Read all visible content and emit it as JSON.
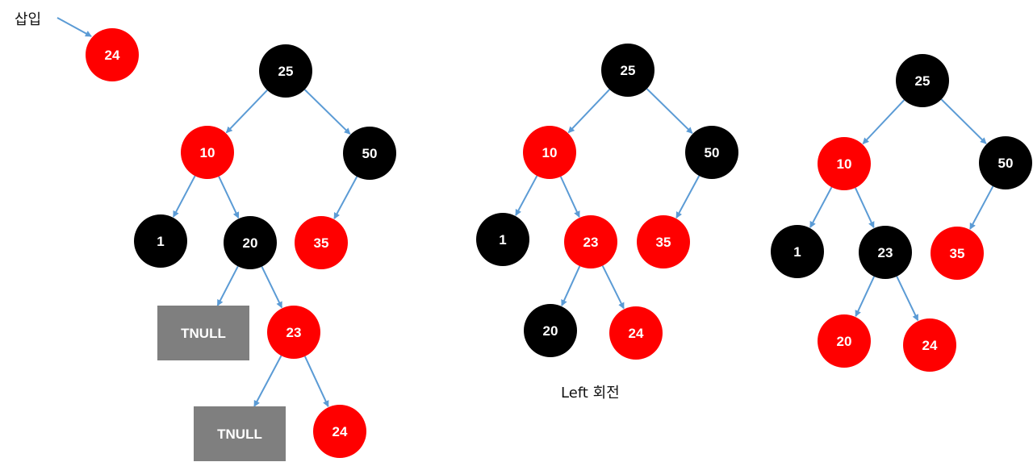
{
  "labels": {
    "insert": "삽입",
    "rotation": "Left 회전"
  },
  "colors": {
    "red": "#ff0000",
    "black": "#000000",
    "tnull": "#7f7f7f",
    "edge": "#5b9bd5"
  },
  "trees": [
    {
      "id": "before-rotation",
      "nodes": [
        {
          "id": "t1-n24-insert",
          "label": "24",
          "color": "red"
        },
        {
          "id": "t1-n25",
          "label": "25",
          "color": "black"
        },
        {
          "id": "t1-n10",
          "label": "10",
          "color": "red"
        },
        {
          "id": "t1-n50",
          "label": "50",
          "color": "black"
        },
        {
          "id": "t1-n1",
          "label": "1",
          "color": "black"
        },
        {
          "id": "t1-n20",
          "label": "20",
          "color": "black"
        },
        {
          "id": "t1-n35",
          "label": "35",
          "color": "red"
        },
        {
          "id": "t1-n23",
          "label": "23",
          "color": "red"
        },
        {
          "id": "t1-n24",
          "label": "24",
          "color": "red"
        }
      ],
      "tnulls": [
        {
          "id": "t1-tnull-a",
          "label": "TNULL"
        },
        {
          "id": "t1-tnull-b",
          "label": "TNULL"
        }
      ],
      "edges": [
        [
          "t1-n25",
          "t1-n10"
        ],
        [
          "t1-n25",
          "t1-n50"
        ],
        [
          "t1-n10",
          "t1-n1"
        ],
        [
          "t1-n10",
          "t1-n20"
        ],
        [
          "t1-n50",
          "t1-n35"
        ],
        [
          "t1-n20",
          "t1-tnull-a"
        ],
        [
          "t1-n20",
          "t1-n23"
        ],
        [
          "t1-n23",
          "t1-tnull-b"
        ],
        [
          "t1-n23",
          "t1-n24"
        ]
      ]
    },
    {
      "id": "after-left-rotation",
      "nodes": [
        {
          "id": "t2-n25",
          "label": "25",
          "color": "black"
        },
        {
          "id": "t2-n10",
          "label": "10",
          "color": "red"
        },
        {
          "id": "t2-n50",
          "label": "50",
          "color": "black"
        },
        {
          "id": "t2-n1",
          "label": "1",
          "color": "black"
        },
        {
          "id": "t2-n23",
          "label": "23",
          "color": "red"
        },
        {
          "id": "t2-n35",
          "label": "35",
          "color": "red"
        },
        {
          "id": "t2-n20",
          "label": "20",
          "color": "black"
        },
        {
          "id": "t2-n24",
          "label": "24",
          "color": "red"
        }
      ],
      "tnulls": [],
      "edges": [
        [
          "t2-n25",
          "t2-n10"
        ],
        [
          "t2-n25",
          "t2-n50"
        ],
        [
          "t2-n10",
          "t2-n1"
        ],
        [
          "t2-n10",
          "t2-n23"
        ],
        [
          "t2-n50",
          "t2-n35"
        ],
        [
          "t2-n23",
          "t2-n20"
        ],
        [
          "t2-n23",
          "t2-n24"
        ]
      ]
    },
    {
      "id": "after-recolor",
      "nodes": [
        {
          "id": "t3-n25",
          "label": "25",
          "color": "black"
        },
        {
          "id": "t3-n10",
          "label": "10",
          "color": "red"
        },
        {
          "id": "t3-n50",
          "label": "50",
          "color": "black"
        },
        {
          "id": "t3-n1",
          "label": "1",
          "color": "black"
        },
        {
          "id": "t3-n23",
          "label": "23",
          "color": "black"
        },
        {
          "id": "t3-n35",
          "label": "35",
          "color": "red"
        },
        {
          "id": "t3-n20",
          "label": "20",
          "color": "red"
        },
        {
          "id": "t3-n24",
          "label": "24",
          "color": "red"
        }
      ],
      "tnulls": [],
      "edges": [
        [
          "t3-n25",
          "t3-n10"
        ],
        [
          "t3-n25",
          "t3-n50"
        ],
        [
          "t3-n10",
          "t3-n1"
        ],
        [
          "t3-n10",
          "t3-n23"
        ],
        [
          "t3-n50",
          "t3-n35"
        ],
        [
          "t3-n23",
          "t3-n20"
        ],
        [
          "t3-n23",
          "t3-n24"
        ]
      ]
    }
  ]
}
